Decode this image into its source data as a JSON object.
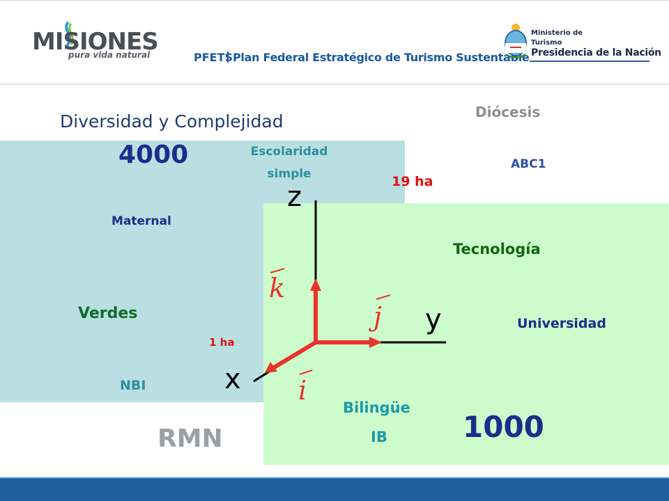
{
  "header": {
    "logo": {
      "wordmark": "MISIONES",
      "tagline": "pura vida natural"
    },
    "plan": {
      "abbr": "PFETS",
      "full": "Plan Federal Estratégico de Turismo Sustentable"
    },
    "ministry": {
      "line1": "Ministerio de",
      "line2": "Turismo",
      "line3": "Presidencia de la Nación"
    }
  },
  "slide": {
    "title": "Diversidad y Complejidad",
    "labels": {
      "diocesis": "Diócesis",
      "n4000": "4000",
      "escolaridad": "Escolaridad",
      "simple": "simple",
      "abc1": "ABC1",
      "ha19": "19 ha",
      "maternal": "Maternal",
      "tecnologia": "Tecnología",
      "verdes": "Verdes",
      "universidad": "Universidad",
      "ha1": "1 ha",
      "nbi": "NBI",
      "bilingue": "Bilingüe",
      "n1000": "1000",
      "ib": "IB",
      "rmn": "RMN"
    },
    "axes": {
      "z": "z",
      "y": "y",
      "x": "x",
      "k": "k",
      "j": "j",
      "i": "i",
      "axis_color": "#000000",
      "vector_color": "#e8342a"
    }
  },
  "colors": {
    "blue_region": "#badfe3",
    "green_region": "#ccfccc",
    "footer": "#1c5d9c"
  }
}
